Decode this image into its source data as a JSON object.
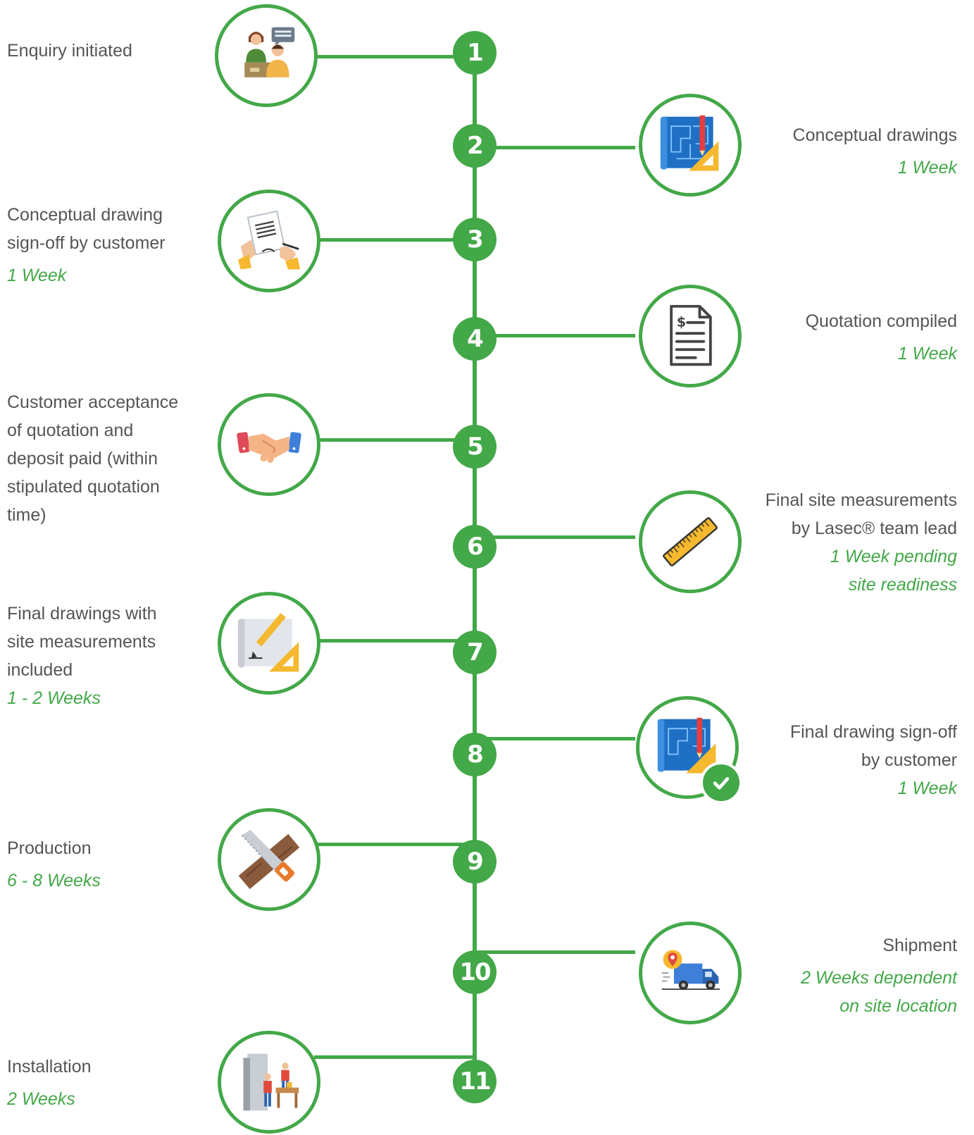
{
  "colors": {
    "accent": "#43a848",
    "text": "#555555"
  },
  "steps": [
    {
      "num": "1",
      "title": "Enquiry initiated",
      "duration": "",
      "icon": "conversation-icon"
    },
    {
      "num": "2",
      "title": "Conceptual drawings",
      "duration": "1 Week",
      "icon": "blueprint-icon"
    },
    {
      "num": "3",
      "title": "Conceptual drawing\nsign-off by customer",
      "duration": "1 Week",
      "icon": "document-signing-icon"
    },
    {
      "num": "4",
      "title": "Quotation compiled",
      "duration": "1 Week",
      "icon": "invoice-icon"
    },
    {
      "num": "5",
      "title": "Customer acceptance\nof quotation and\ndeposit paid (within\nstipulated quotation\ntime)",
      "duration": "",
      "icon": "handshake-icon"
    },
    {
      "num": "6",
      "title": "Final site measurements\nby Lasec® team lead",
      "duration": "1 Week pending\nsite readiness",
      "icon": "ruler-icon"
    },
    {
      "num": "7",
      "title": "Final drawings with\nsite measurements\nincluded",
      "duration": "1 - 2 Weeks",
      "icon": "drafting-icon"
    },
    {
      "num": "8",
      "title": "Final drawing sign-off\nby customer",
      "duration": "1 Week",
      "icon": "approved-blueprint-icon"
    },
    {
      "num": "9",
      "title": "Production",
      "duration": "6 - 8 Weeks",
      "icon": "saw-wood-icon"
    },
    {
      "num": "10",
      "title": "Shipment",
      "duration": "2 Weeks dependent\non site location",
      "icon": "delivery-truck-icon"
    },
    {
      "num": "11",
      "title": "Installation",
      "duration": "2 Weeks",
      "icon": "installers-icon"
    }
  ]
}
